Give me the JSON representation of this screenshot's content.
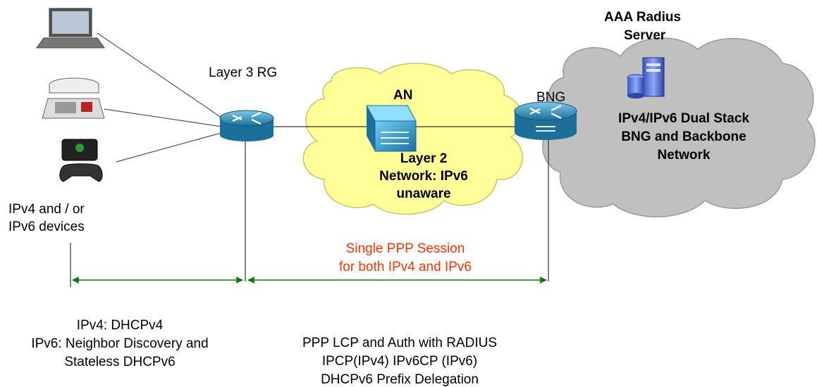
{
  "devices": {
    "group_label": [
      "IPv4 and / or",
      "IPv6 devices"
    ]
  },
  "nodes": {
    "rg_label": "Layer 3 RG",
    "an_label": "AN",
    "layer2_label": [
      "Layer 2",
      "Network: IPv6",
      "unaware"
    ],
    "bng_label": "BNG",
    "aaa_label": [
      "AAA Radius",
      "Server"
    ],
    "backbone_label": [
      "IPv4/IPv6 Dual Stack",
      "BNG and Backbone",
      "Network"
    ]
  },
  "session": {
    "label": [
      "Single PPP Session",
      "for both IPv4 and IPv6"
    ],
    "color": "#ff3300"
  },
  "protocols": {
    "left": [
      "IPv4: DHCPv4",
      "IPv6: Neighbor Discovery and",
      "Stateless DHCPv6"
    ],
    "right": [
      "PPP LCP and Auth with RADIUS",
      "IPCP(IPv4) IPv6CP (IPv6)",
      "DHCPv6 Prefix Delegation"
    ]
  },
  "colors": {
    "arrow": "#008000",
    "cloud_yellow": "#ffff99",
    "cloud_gray": "#c0c0c0",
    "router_blue": "#2a8ab8"
  },
  "icons": [
    "laptop-icon",
    "phone-icon",
    "game-console-icon",
    "router-icon",
    "switch-icon",
    "server-icon"
  ]
}
